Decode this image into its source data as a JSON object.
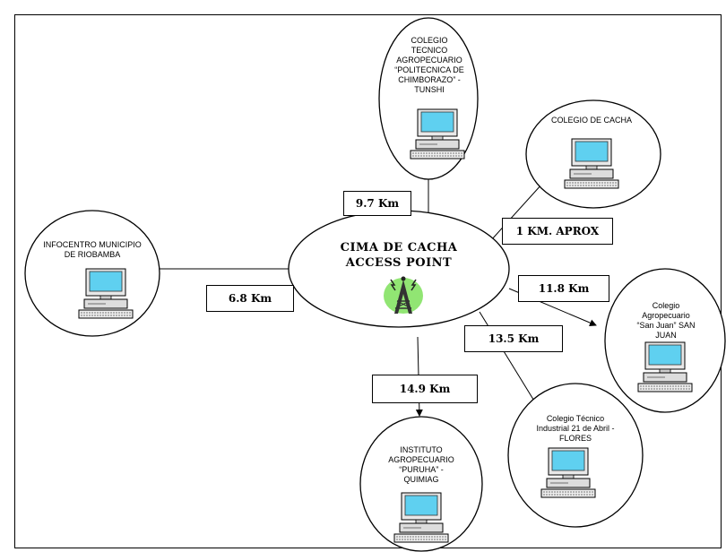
{
  "center": {
    "line1": "CIMA DE CACHA",
    "line2": "ACCESS POINT",
    "icon": "antenna-tower-icon"
  },
  "nodes": {
    "tunshi": "COLEGIO TECNICO AGROPECUARIO “POLITECNICA DE CHIMBORAZO” - TUNSHI",
    "cacha": "COLEGIO DE CACHA",
    "riobamba": "INFOCENTRO MUNICIPIO DE RIOBAMBA",
    "sanjuan": "Colegio Agropecuario “San Juan” SAN JUAN",
    "flores": "Colegio Técnico Industrial 21 de Abril - FLORES",
    "quimiag": "INSTITUTO AGROPECUARIO “PURUHA” - QUIMIAG"
  },
  "distances": {
    "tunshi": "9.7 Km",
    "cacha": "1 KM. APROX",
    "riobamba": "6.8 Km",
    "sanjuan": "11.8 Km",
    "flores": "13.5 Km",
    "quimiag": "14.9 Km"
  },
  "icons": {
    "computer": "desktop-computer-icon"
  },
  "colors": {
    "screen": "#5fd0f0",
    "antenna_glow": "#7ee05a",
    "line": "#000000"
  }
}
